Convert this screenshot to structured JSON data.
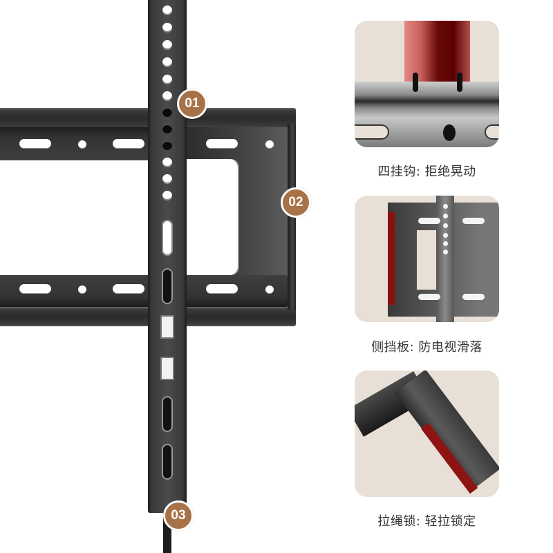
{
  "main_figure": {
    "description": "Black steel fixed TV wall-mount bracket with vertical hanging arm",
    "badges": [
      {
        "number": "01",
        "target": "hook"
      },
      {
        "number": "02",
        "target": "side-baffle"
      },
      {
        "number": "03",
        "target": "pull-cord"
      }
    ],
    "accent_color": "#a87248"
  },
  "features": [
    {
      "number": "01",
      "caption": "四挂钩: 拒绝晃动",
      "image": "four-hooks-closeup"
    },
    {
      "number": "02",
      "caption": "侧挡板: 防电视滑落",
      "image": "side-baffle-closeup"
    },
    {
      "number": "03",
      "caption": "拉绳锁: 轻拉锁定",
      "image": "pull-cord-lock-closeup"
    }
  ],
  "colors": {
    "card_background": "#e8e0d7",
    "highlight_red": "#8a1010",
    "badge": "#a87248",
    "caption_text": "#333333"
  }
}
